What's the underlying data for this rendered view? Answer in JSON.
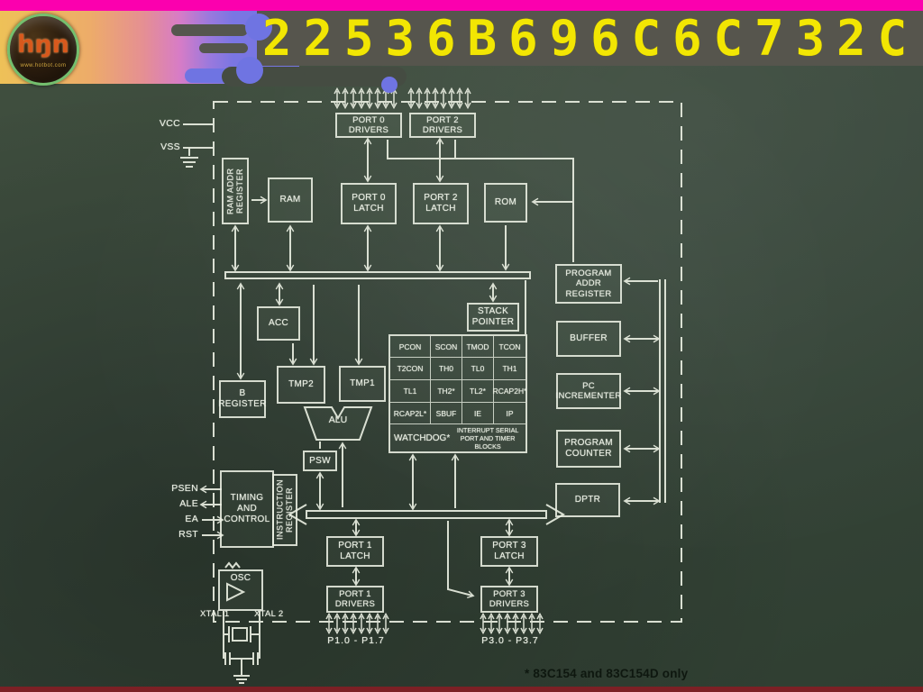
{
  "banner": {
    "ticker_text": "22536B696C6C732C",
    "ticker_color": "#f2e603",
    "logo": {
      "text": "hŋn",
      "subtext": "www.hotbot.com"
    }
  },
  "diagram": {
    "power_pins": {
      "vcc": "VCC",
      "vss": "VSS"
    },
    "blocks": {
      "port0_drivers": "PORT 0\nDRIVERS",
      "port2_drivers": "PORT 2\nDRIVERS",
      "ram_addr_register": "RAM ADDR\nREGISTER",
      "ram": "RAM",
      "port0_latch": "PORT 0\nLATCH",
      "port2_latch": "PORT 2\nLATCH",
      "rom": "ROM",
      "program_addr_register": "PROGRAM\nADDR\nREGISTER",
      "buffer": "BUFFER",
      "pc_incrementer": "PC\nINCREMENTER",
      "program_counter": "PROGRAM\nCOUNTER",
      "dptr": "DPTR",
      "acc": "ACC",
      "b_register": "B\nREGISTER",
      "tmp2": "TMP2",
      "tmp1": "TMP1",
      "alu": "ALU",
      "psw": "PSW",
      "stack_pointer": "STACK\nPOINTER",
      "timing_and_control": "TIMING\nAND\nCONTROL",
      "instruction_register": "INSTRUCTION\nREGISTER",
      "osc": "OSC",
      "port1_latch": "PORT 1\nLATCH",
      "port3_latch": "PORT 3\nLATCH",
      "port1_drivers": "PORT 1\nDRIVERS",
      "port3_drivers": "PORT 3\nDRIVERS"
    },
    "sfr_table": {
      "rows": [
        [
          "PCON",
          "SCON",
          "TMOD",
          "TCON"
        ],
        [
          "T2CON",
          "TH0",
          "TL0",
          "TH1"
        ],
        [
          "TL1",
          "TH2*",
          "TL2*",
          "RCAP2H*"
        ],
        [
          "RCAP2L*",
          "SBUF",
          "IE",
          "IP"
        ]
      ],
      "watchdog": "WATCHDOG*",
      "note": "INTERRUPT SERIAL\nPORT AND TIMER\nBLOCKS"
    },
    "pins": {
      "psen": "PSEN",
      "ale": "ALE",
      "ea": "EA",
      "rst": "RST",
      "xtal1": "XTAL 1",
      "xtal2": "XTAL 2"
    },
    "port_ranges": {
      "p1": "P1.0 - P1.7",
      "p3": "P3.0 - P3.7"
    },
    "footnote": "* 83C154 and 83C154D only",
    "chalk_color": "#e8ede0"
  }
}
